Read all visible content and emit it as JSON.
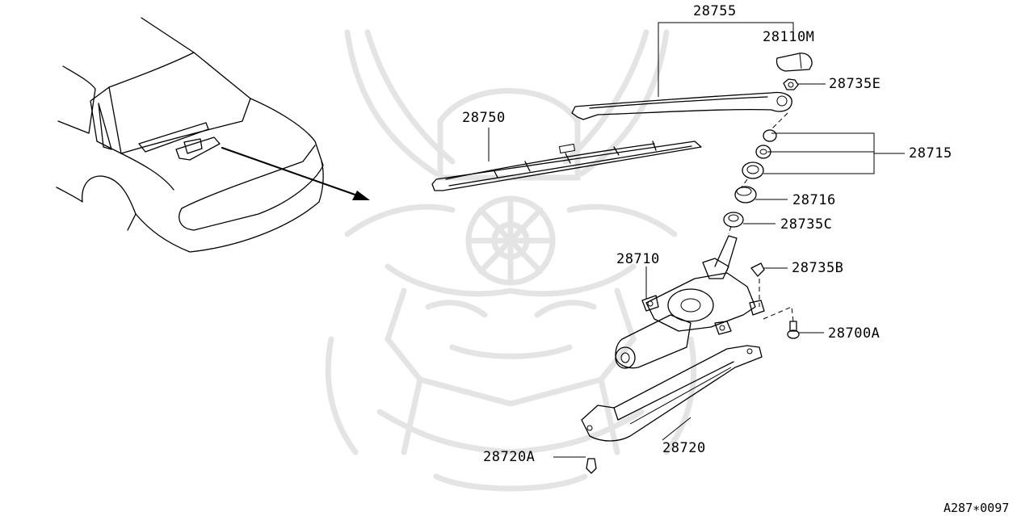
{
  "diagram_code": "A287∗0097",
  "watermark": "samurai-helmet-logo",
  "parts": [
    {
      "id": "p28755",
      "label": "28755",
      "name": "wiper arm"
    },
    {
      "id": "p28110M",
      "label": "28110M",
      "name": "arm cap"
    },
    {
      "id": "p28735E",
      "label": "28735E",
      "name": "nut"
    },
    {
      "id": "p28750",
      "label": "28750",
      "name": "wiper blade"
    },
    {
      "id": "p28715",
      "label": "28715",
      "name": "pivot seal set"
    },
    {
      "id": "p28716",
      "label": "28716",
      "name": "bushing"
    },
    {
      "id": "p28735C",
      "label": "28735C",
      "name": "washer"
    },
    {
      "id": "p28710",
      "label": "28710",
      "name": "wiper motor"
    },
    {
      "id": "p28735B",
      "label": "28735B",
      "name": "clip nut"
    },
    {
      "id": "p28700A",
      "label": "28700A",
      "name": "bolt"
    },
    {
      "id": "p28720",
      "label": "28720",
      "name": "motor cover"
    },
    {
      "id": "p28720A",
      "label": "28720A",
      "name": "clip"
    }
  ]
}
